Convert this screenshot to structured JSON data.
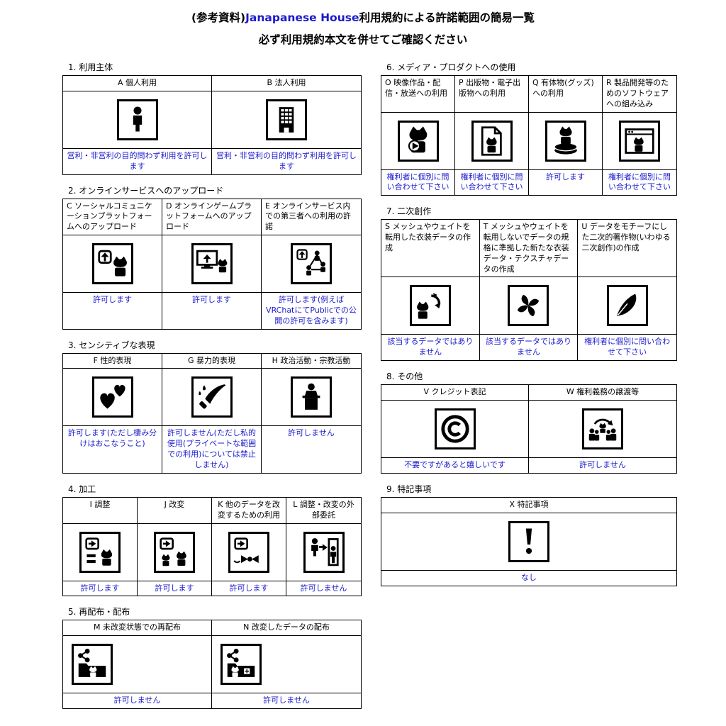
{
  "title": {
    "prefix": "(参考資料)",
    "brand": "Janapanese House",
    "suffix": "利用規約による許諾範囲の簡易一覧",
    "line2": "必ず利用規約本文を併せてご確認ください"
  },
  "colors": {
    "accent_blue": "#1a1acc",
    "ink": "#000000",
    "background": "#ffffff"
  },
  "sections": [
    {
      "id": "1",
      "label": "1. 利用主体",
      "column": "left",
      "items": [
        {
          "header": "A 個人利用",
          "icon": "person-icon",
          "result": "営利・非営利の目的問わず利用を許可します"
        },
        {
          "header": "B 法人利用",
          "icon": "building-icon",
          "result": "営利・非営利の目的問わず利用を許可します"
        }
      ]
    },
    {
      "id": "2",
      "label": "2. オンラインサービスへのアップロード",
      "column": "left",
      "items": [
        {
          "header": "C ソーシャルコミュニケーションプラットフォームへのアップロード",
          "icon": "upload-cat-icon",
          "result": "許可します"
        },
        {
          "header": "D オンラインゲームプラットフォームへのアップロード",
          "icon": "monitor-upload-cat-icon",
          "result": "許可します"
        },
        {
          "header": "E オンラインサービス内での第三者への利用の許諾",
          "icon": "upload-network-icon",
          "result": "許可します(例えばVRChatにてPublicでの公開の許可を含みます)"
        }
      ]
    },
    {
      "id": "3",
      "label": "3. センシティブな表現",
      "column": "left",
      "items": [
        {
          "header": "F 性的表現",
          "icon": "hearts-icon",
          "result": "許可します(ただし棲み分けはおこなうこと)"
        },
        {
          "header": "G 暴力的表現",
          "icon": "knife-icon",
          "result": "許可しません(ただし私的使用(プライベートな範囲での利用)については禁止しません)"
        },
        {
          "header": "H 政治活動・宗教活動",
          "icon": "podium-icon",
          "result": "許可しません"
        }
      ]
    },
    {
      "id": "4",
      "label": "4. 加工",
      "column": "left",
      "items": [
        {
          "header": "I 調整",
          "icon": "adjust-icon",
          "result": "許可します"
        },
        {
          "header": "J 改変",
          "icon": "modify-icon",
          "result": "許可します"
        },
        {
          "header": "K 他のデータを改変するための利用",
          "icon": "modify-other-icon",
          "result": "許可します"
        },
        {
          "header": "L 調整・改変の外部委託",
          "icon": "outsource-icon",
          "result": "許可しません"
        }
      ]
    },
    {
      "id": "5",
      "label": "5. 再配布・配布",
      "column": "left",
      "items": [
        {
          "header": "M 未改変状態での再配布",
          "icon": "share-folder-icon",
          "result": "許可しません"
        },
        {
          "header": "N 改変したデータの配布",
          "icon": "share-folder-modified-icon",
          "result": "許可しません"
        }
      ]
    },
    {
      "id": "6",
      "label": "6. メディア・プロダクトへの使用",
      "column": "right",
      "items": [
        {
          "header": "O 映像作品・配信・放送への利用",
          "icon": "video-cat-icon",
          "result": "権利者に個別に問い合わせて下さい"
        },
        {
          "header": "P 出版物・電子出版物への利用",
          "icon": "document-cat-icon",
          "result": "権利者に個別に問い合わせて下さい"
        },
        {
          "header": "Q 有体物(グッズ)への利用",
          "icon": "figurine-icon",
          "result": "許可します"
        },
        {
          "header": "R 製品開発等のためのソフトウェアへの組み込み",
          "icon": "software-cat-icon",
          "result": "権利者に個別に問い合わせて下さい"
        }
      ]
    },
    {
      "id": "7",
      "label": "7. 二次創作",
      "column": "right",
      "items": [
        {
          "header": "S メッシュやウェイトを転用した衣装データの作成",
          "icon": "mesh-reuse-icon",
          "result": "該当するデータではありません"
        },
        {
          "header": "T メッシュやウェイトを転用しないでデータの規格に準拠した新たな衣装データ・テクスチャデータの作成",
          "icon": "new-outfit-icon",
          "result": "該当するデータではありません"
        },
        {
          "header": "U データをモチーフにした二次的著作物(いわゆる二次創作)の作成",
          "icon": "pen-icon",
          "result": "権利者に個別に問い合わせて下さい"
        }
      ]
    },
    {
      "id": "8",
      "label": "8. その他",
      "column": "right",
      "items": [
        {
          "header": "V クレジット表記",
          "icon": "copyright-icon",
          "result": "不要ですがあると嬉しいです"
        },
        {
          "header": "W 権利義務の譲渡等",
          "icon": "transfer-icon",
          "result": "許可しません"
        }
      ]
    },
    {
      "id": "9",
      "label": "9. 特記事項",
      "column": "right",
      "items": [
        {
          "header": "X 特記事項",
          "icon": "exclamation-icon",
          "result": "なし"
        }
      ]
    }
  ]
}
